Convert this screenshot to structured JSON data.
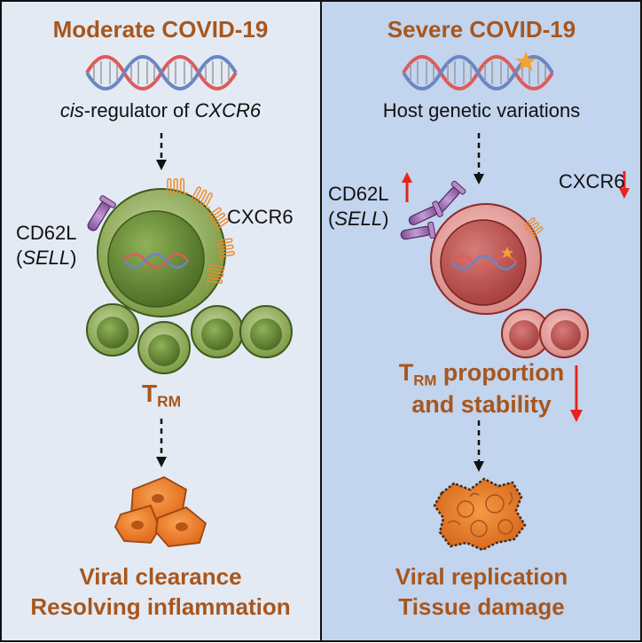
{
  "panels": {
    "left": {
      "title": "Moderate COVID-19",
      "regulator_italic": "cis",
      "regulator_mid": "-regulator of ",
      "regulator_gene": "CXCR6",
      "cd62l": "CD62L",
      "sell": "SELL",
      "cxcr6": "CXCR6",
      "trm_main": "T",
      "trm_sub": "RM",
      "outcome_line1": "Viral clearance",
      "outcome_line2": "Resolving inflammation"
    },
    "right": {
      "title": "Severe COVID-19",
      "variations": "Host genetic variations",
      "cd62l": "CD62L",
      "sell": "SELL",
      "cxcr6": "CXCR6",
      "trm_main": "T",
      "trm_sub": "RM",
      "trm_rest": " proportion",
      "trm_line2": "and stability",
      "outcome_line1": "Viral replication",
      "outcome_line2": "Tissue damage"
    }
  },
  "colors": {
    "left_bg": "#e3eaf4",
    "right_bg": "#c2d4ee",
    "accent_brown": "#a8561c",
    "arrow_red": "#e8231c",
    "green_cell": "#7c9a45",
    "red_cell": "#d66e6e",
    "orange_tissue": "#ee7d2a"
  },
  "icons": {
    "dna": "dna-helix-icon",
    "mutation": "star-icon",
    "receptor": "gpcr-receptor-icon",
    "selectin": "selectin-receptor-icon"
  }
}
